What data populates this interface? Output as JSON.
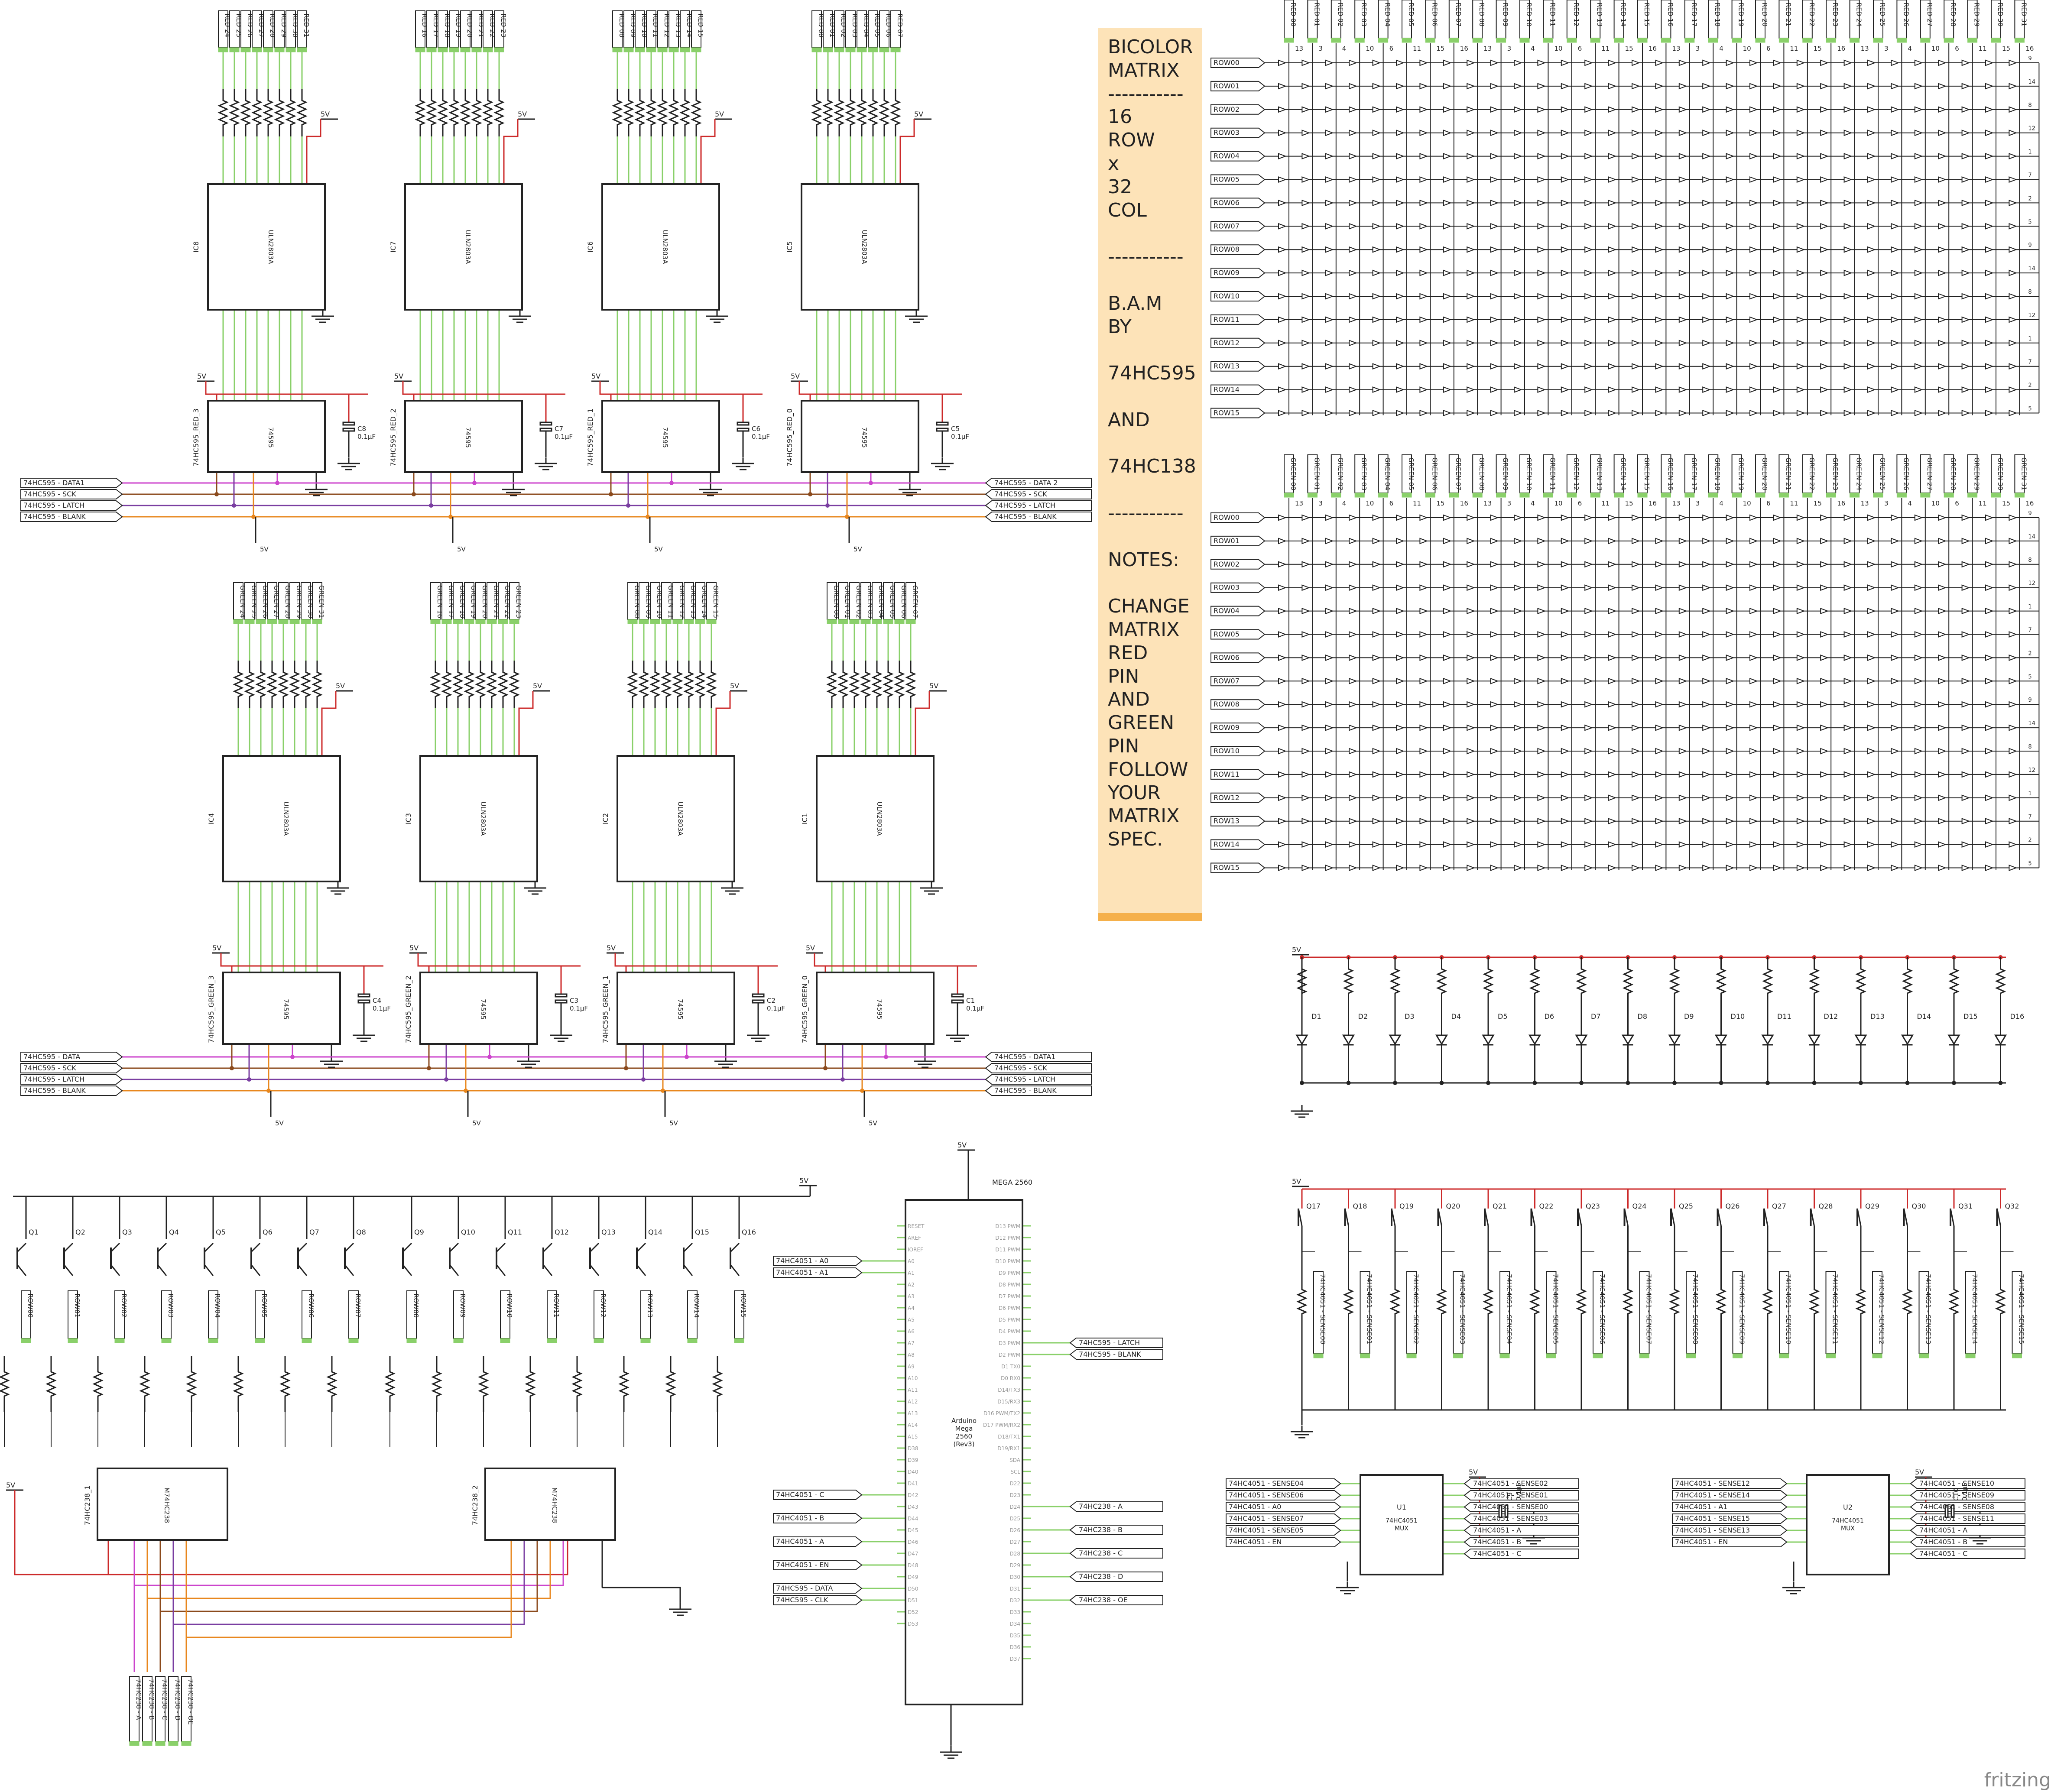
{
  "note": {
    "lines": [
      "BICOLOR",
      "MATRIX",
      "-----------",
      "16",
      "ROW",
      "x",
      "32",
      "COL",
      "",
      "-----------",
      "",
      "B.A.M",
      "BY",
      "",
      "74HC595",
      "",
      "AND",
      "",
      "74HC138",
      "",
      "-----------",
      "",
      "NOTES:",
      "",
      "CHANGE",
      "MATRIX",
      "RED",
      "PIN",
      "AND",
      "GREEN",
      "PIN",
      "FOLLOW",
      "YOUR",
      "MATRIX",
      "SPEC."
    ]
  },
  "brand": "fritzing",
  "labels": {
    "v5": "5V",
    "ic_595": "74595",
    "ic_uln": "ULN2803A",
    "ic_238": "M74HC238",
    "ic_mux": "74HC4051\nMUX",
    "mega_title": "MEGA 2560",
    "mega_name": [
      "Arduino",
      "Mega",
      "2560",
      "(Rev3)"
    ],
    "cap": "0.1µF"
  },
  "red_uln": [
    {
      "ic": "IC8",
      "cap": "C8",
      "reg": "74HC595_RED_3",
      "cols": [
        "RED 24",
        "RED 25",
        "RED 26",
        "RED 27",
        "RED 28",
        "RED 29",
        "RED 30",
        "RED 31"
      ]
    },
    {
      "ic": "IC7",
      "cap": "C7",
      "reg": "74HC595_RED_2",
      "cols": [
        "RED 16",
        "RED 17",
        "RED 18",
        "RED 19",
        "RED 20",
        "RED 21",
        "RED 22",
        "RED 23"
      ]
    },
    {
      "ic": "IC6",
      "cap": "C6",
      "reg": "74HC595_RED_1",
      "cols": [
        "RED 08",
        "RED 09",
        "RED 10",
        "RED 11",
        "RED 12",
        "RED 13",
        "RED 14",
        "RED 15"
      ]
    },
    {
      "ic": "IC5",
      "cap": "C5",
      "reg": "74HC595_RED_0",
      "cols": [
        "RED 00",
        "RED 01",
        "RED 02",
        "RED 03",
        "RED 04",
        "RED 05",
        "RED 06",
        "RED 07"
      ]
    }
  ],
  "green_uln": [
    {
      "ic": "IC4",
      "cap": "C4",
      "reg": "74HC595_GREEN_3",
      "cols": [
        "GREEN 24",
        "GREEN 25",
        "GREEN 26",
        "GREEN 27",
        "GREEN 28",
        "GREEN 29",
        "GREEN 30",
        "GREEN 31"
      ]
    },
    {
      "ic": "IC3",
      "cap": "C3",
      "reg": "74HC595_GREEN_2",
      "cols": [
        "GREEN 16",
        "GREEN 17",
        "GREEN 18",
        "GREEN 19",
        "GREEN 20",
        "GREEN 21",
        "GREEN 22",
        "GREEN 23"
      ]
    },
    {
      "ic": "IC2",
      "cap": "C2",
      "reg": "74HC595_GREEN_1",
      "cols": [
        "GREEN 08",
        "GREEN 09",
        "GREEN 10",
        "GREEN 11",
        "GREEN 12",
        "GREEN 13",
        "GREEN 14",
        "GREEN 15"
      ]
    },
    {
      "ic": "IC1",
      "cap": "C1",
      "reg": "74HC595_GREEN_0",
      "cols": [
        "GREEN 00",
        "GREEN 01",
        "GREEN 02",
        "GREEN 03",
        "GREEN 04",
        "GREEN 05",
        "GREEN 06",
        "GREEN 07"
      ]
    }
  ],
  "bus_red": {
    "left": [
      "74HC595 - DATA1",
      "74HC595 - SCK",
      "74HC595 - LATCH",
      "74HC595 - BLANK"
    ],
    "right": [
      "74HC595 - DATA 2",
      "74HC595 - SCK",
      "74HC595 - LATCH",
      "74HC595 - BLANK"
    ]
  },
  "bus_green": {
    "left": [
      "74HC595 - DATA",
      "74HC595 - SCK",
      "74HC595 - LATCH",
      "74HC595 - BLANK"
    ],
    "right": [
      "74HC595 - DATA1",
      "74HC595 - SCK",
      "74HC595 - LATCH",
      "74HC595 - BLANK"
    ]
  },
  "matrix": {
    "rows": [
      "ROW00",
      "ROW01",
      "ROW02",
      "ROW03",
      "ROW04",
      "ROW05",
      "ROW06",
      "ROW07",
      "ROW08",
      "ROW09",
      "ROW10",
      "ROW11",
      "ROW12",
      "ROW13",
      "ROW14",
      "ROW15"
    ],
    "red_cols": [
      "RED 00",
      "RED 01",
      "RED 02",
      "RED 03",
      "RED 04",
      "RED 05",
      "RED 06",
      "RED 07",
      "RED 08",
      "RED 09",
      "RED 10",
      "RED 11",
      "RED 12",
      "RED 13",
      "RED 14",
      "RED 15",
      "RED 16",
      "RED 17",
      "RED 18",
      "RED 19",
      "RED 20",
      "RED 21",
      "RED 22",
      "RED 23",
      "RED 24",
      "RED 25",
      "RED 26",
      "RED 27",
      "RED 28",
      "RED 29",
      "RED 30",
      "RED 31"
    ],
    "green_cols": [
      "GREEN 00",
      "GREEN 01",
      "GREEN 02",
      "GREEN 03",
      "GREEN 04",
      "GREEN 05",
      "GREEN 06",
      "GREEN 07",
      "GREEN 08",
      "GREEN 09",
      "GREEN 10",
      "GREEN 11",
      "GREEN 12",
      "GREEN 13",
      "GREEN 14",
      "GREEN 15",
      "GREEN 16",
      "GREEN 17",
      "GREEN 18",
      "GREEN 19",
      "GREEN 20",
      "GREEN 21",
      "GREEN 22",
      "GREEN 23",
      "GREEN 24",
      "GREEN 25",
      "GREEN 26",
      "GREEN 27",
      "GREEN 28",
      "GREEN 29",
      "GREEN 30",
      "GREEN 31"
    ],
    "pin_numbers": [
      "13",
      "3",
      "4",
      "10",
      "6",
      "11",
      "15",
      "16"
    ],
    "row_pin_numbers": [
      "9",
      "14",
      "8",
      "12",
      "1",
      "7",
      "2",
      "5"
    ]
  },
  "leds": [
    "D1",
    "D2",
    "D3",
    "D4",
    "D5",
    "D6",
    "D7",
    "D8",
    "D9",
    "D10",
    "D11",
    "D12",
    "D13",
    "D14",
    "D15",
    "D16"
  ],
  "sense": {
    "transistors": [
      "Q17",
      "Q18",
      "Q19",
      "Q20",
      "Q21",
      "Q22",
      "Q23",
      "Q24",
      "Q25",
      "Q26",
      "Q27",
      "Q28",
      "Q29",
      "Q30",
      "Q31",
      "Q32"
    ],
    "nets": [
      "74HC4051 - SENSE00",
      "74HC4051 - SENSE01",
      "74HC4051 - SENSE02",
      "74HC4051 - SENSE03",
      "74HC4051 - SENSE04",
      "74HC4051 - SENSE05",
      "74HC4051 - SENSE06",
      "74HC4051 - SENSE07",
      "74HC4051 - SENSE08",
      "74HC4051 - SENSE09",
      "74HC4051 - SENSE10",
      "74HC4051 - SENSE11",
      "74HC4051 - SENSE12",
      "74HC4051 - SENSE13",
      "74HC4051 - SENSE14",
      "74HC4051 - SENSE15"
    ]
  },
  "row_drivers": {
    "transistors": [
      "Q1",
      "Q2",
      "Q3",
      "Q4",
      "Q5",
      "Q6",
      "Q7",
      "Q8",
      "Q9",
      "Q10",
      "Q11",
      "Q12",
      "Q13",
      "Q14",
      "Q15",
      "Q16"
    ],
    "rows": [
      "ROW00",
      "ROW01",
      "ROW02",
      "ROW03",
      "ROW04",
      "ROW05",
      "ROW06",
      "ROW07",
      "ROW08",
      "ROW09",
      "ROW10",
      "ROW11",
      "ROW12",
      "ROW13",
      "ROW14",
      "ROW15"
    ],
    "decoders": [
      "74HC238_1",
      "74HC238_2"
    ],
    "select_nets": [
      "74HC238 - A",
      "74HC238 - B",
      "74HC238 - C",
      "74HC238 - D",
      "74HC238 - OE"
    ]
  },
  "mega": {
    "left_pins": [
      "RESET",
      "AREF",
      "IOREF",
      "A0",
      "A1",
      "A2",
      "A3",
      "A4",
      "A5",
      "A6",
      "A7",
      "A8",
      "A9",
      "A10",
      "A11",
      "A12",
      "A13",
      "A14",
      "A15",
      "D38",
      "D39",
      "D40",
      "D41",
      "D42",
      "D43",
      "D44",
      "D45",
      "D46",
      "D47",
      "D48",
      "D49",
      "D50",
      "D51",
      "D52",
      "D53"
    ],
    "right_pins": [
      "D13 PWM",
      "D12 PWM",
      "D11 PWM",
      "D10 PWM",
      "D9 PWM",
      "D8 PWM",
      "D7 PWM",
      "D6 PWM",
      "D5 PWM",
      "D4 PWM",
      "D3 PWM",
      "D2 PWM",
      "D1 TX0",
      "D0 RX0",
      "D14/TX3",
      "D15/RX3",
      "D16 PWM/TX2",
      "D17 PWM/RX2",
      "D18/TX1",
      "D19/RX1",
      "SDA",
      "SCL",
      "D22",
      "D23",
      "D24",
      "D25",
      "D26",
      "D27",
      "D28",
      "D29",
      "D30",
      "D31",
      "D32",
      "D33",
      "D34",
      "D35",
      "D36",
      "D37"
    ],
    "left_nets": [
      {
        "pin": 3,
        "label": "74HC4051 - A0"
      },
      {
        "pin": 4,
        "label": "74HC4051 - A1"
      },
      {
        "pin": 23,
        "label": "74HC4051 - C"
      },
      {
        "pin": 25,
        "label": "74HC4051 - B"
      },
      {
        "pin": 27,
        "label": "74HC4051 - A"
      },
      {
        "pin": 29,
        "label": "74HC4051 - EN"
      },
      {
        "pin": 31,
        "label": "74HC595 - DATA"
      },
      {
        "pin": 32,
        "label": "74HC595 - CLK"
      }
    ],
    "right_nets": [
      {
        "pin": 10,
        "label": "74HC595 - LATCH"
      },
      {
        "pin": 11,
        "label": "74HC595 - BLANK"
      },
      {
        "pin": 24,
        "label": "74HC238 - A"
      },
      {
        "pin": 26,
        "label": "74HC238 - B"
      },
      {
        "pin": 28,
        "label": "74HC238 - C"
      },
      {
        "pin": 30,
        "label": "74HC238 - D"
      },
      {
        "pin": 32,
        "label": "74HC238 - OE"
      }
    ]
  },
  "mux": [
    {
      "name": "U1",
      "cap": "C9",
      "left": [
        "74HC4051 - SENSE04",
        "74HC4051 - SENSE06",
        "74HC4051 - A0",
        "74HC4051 - SENSE07",
        "74HC4051 - SENSE05",
        "74HC4051 - EN"
      ],
      "right": [
        "74HC4051 - SENSE02",
        "74HC4051 - SENSE01",
        "74HC4051 - SENSE00",
        "74HC4051 - SENSE03",
        "74HC4051 - A",
        "74HC4051 - B",
        "74HC4051 - C"
      ]
    },
    {
      "name": "U2",
      "cap": "C10",
      "left": [
        "74HC4051 - SENSE12",
        "74HC4051 - SENSE14",
        "74HC4051 - A1",
        "74HC4051 - SENSE15",
        "74HC4051 - SENSE13",
        "74HC4051 - EN"
      ],
      "right": [
        "74HC4051 - SENSE10",
        "74HC4051 - SENSE09",
        "74HC4051 - SENSE08",
        "74HC4051 - SENSE11",
        "74HC4051 - A",
        "74HC4051 - B",
        "74HC4051 - C"
      ]
    }
  ]
}
